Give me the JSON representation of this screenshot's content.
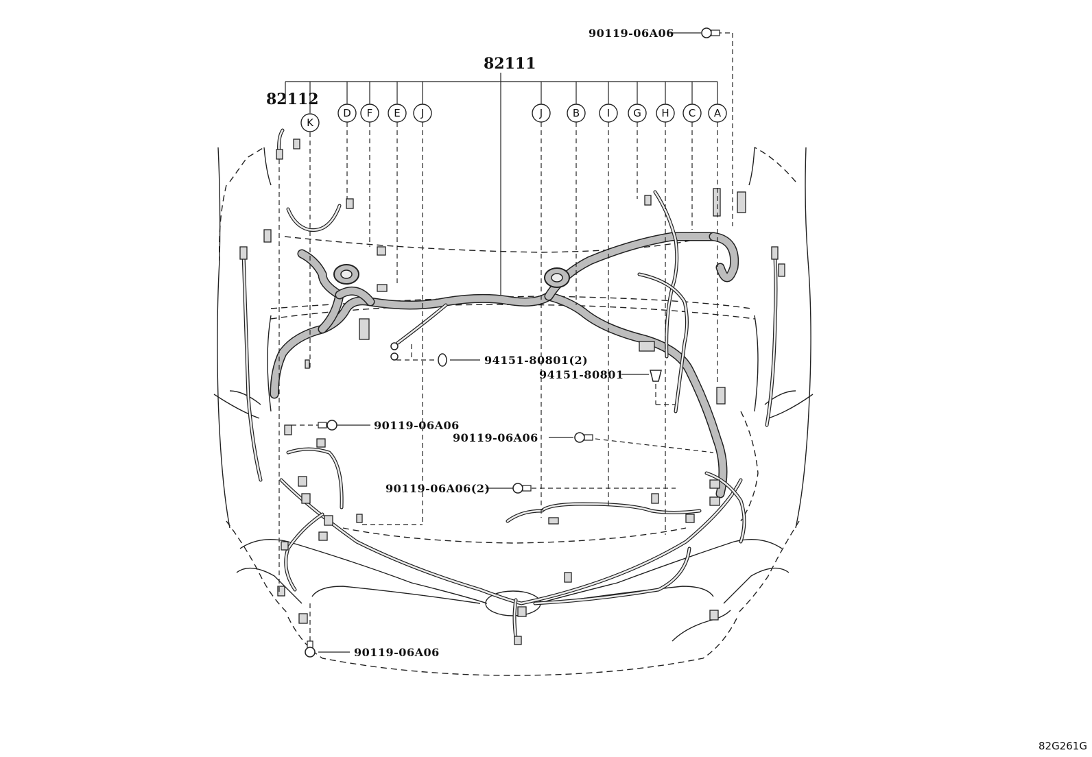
{
  "diagram": {
    "main_part": "82111",
    "sub_part": "82112",
    "callouts": [
      "K",
      "D",
      "F",
      "E",
      "J",
      "J",
      "B",
      "I",
      "G",
      "H",
      "C",
      "A"
    ],
    "fastener_labels": [
      "90119-06A06",
      "94151-80801(2)",
      "94151-80801",
      "90119-06A06",
      "90119-06A06",
      "90119-06A06(2)",
      "90119-06A06"
    ],
    "figure_code": "82G261G"
  }
}
